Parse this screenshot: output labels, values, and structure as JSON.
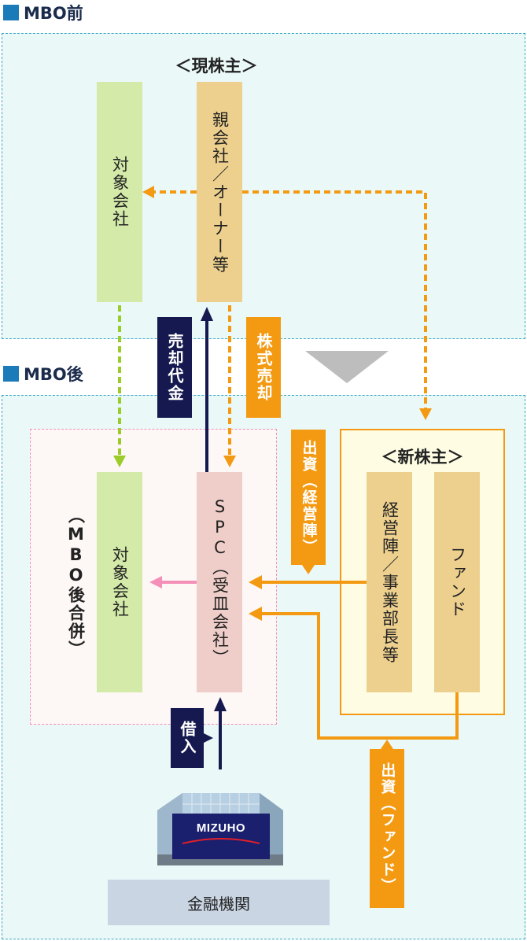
{
  "before": {
    "title": "MBO前",
    "current_shareholders": "＜現株主＞"
  },
  "after": {
    "title": "MBO後",
    "new_shareholders": "＜新株主＞"
  },
  "boxes": {
    "target_before": "対象会社",
    "parent": "親会社／オーナー等",
    "target_after": "対象会社",
    "merged_note": "（MBO後合併）",
    "spc": "SPC（受皿会社）",
    "management": "経営陣／事業部長等",
    "fund": "ファンド"
  },
  "flows": {
    "sale_proceeds": "売却代金",
    "share_sale": "株式売却",
    "invest_management": "出資（経営陣）",
    "borrowing": "借入",
    "invest_fund": "出資（ファンド）"
  },
  "bank": {
    "logo": "MIZUHO",
    "label": "金融機関"
  },
  "colors": {
    "orange": "#f39a12",
    "navy": "#15194f",
    "green_dash": "#9ccc2a",
    "pink": "#f48fb8",
    "panel_bg": "#eaf8f8"
  }
}
